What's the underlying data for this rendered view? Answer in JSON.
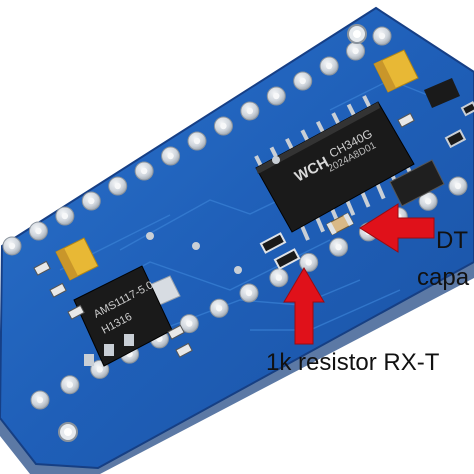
{
  "photo": {
    "subject": "Arduino Nano clone board",
    "annotations": {
      "upper_label_line1": "DT",
      "upper_label_line2": "capa",
      "lower_label": "1k resistor RX-T"
    },
    "chip_markings": {
      "usb_chip": "CH340G",
      "usb_chip_code": "2024A8D01",
      "regulator": "AMS1117-5.0",
      "regulator_code": "H1316",
      "logo": "WCH"
    },
    "colors": {
      "board": "#1f5fb8",
      "board_edge": "#163f86",
      "pad": "#d8dde3",
      "chip": "#1a1a1a",
      "arrow": "#e0111a",
      "tantalum": "#e8b835"
    }
  }
}
